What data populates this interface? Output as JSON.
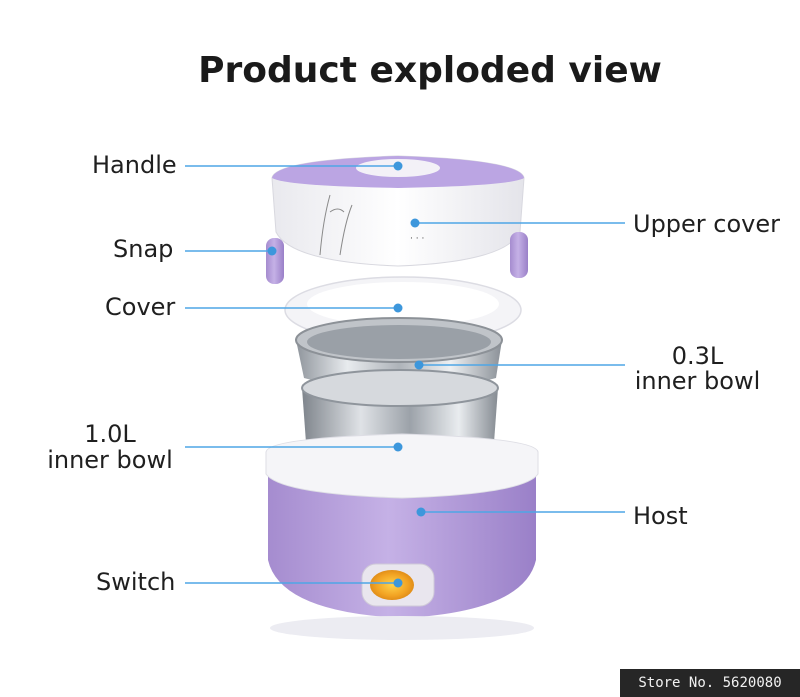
{
  "title": "Product exploded view",
  "colors": {
    "leader_line": "#4ea6e6",
    "dot": "#3d97dc",
    "purple": "#b39ad9",
    "purple_dark": "#9f84cf",
    "steel": "#c9cdd2"
  },
  "labels": {
    "handle": "Handle",
    "snap": "Snap",
    "cover": "Cover",
    "bowl_1_0_capacity": "1.0L",
    "bowl_1_0_name": "inner bowl",
    "switch": "Switch",
    "upper_cover": "Upper cover",
    "bowl_0_3_capacity": "0.3L",
    "bowl_0_3_name": "inner bowl",
    "host": "Host"
  },
  "watermark": "Store No. 5620080"
}
